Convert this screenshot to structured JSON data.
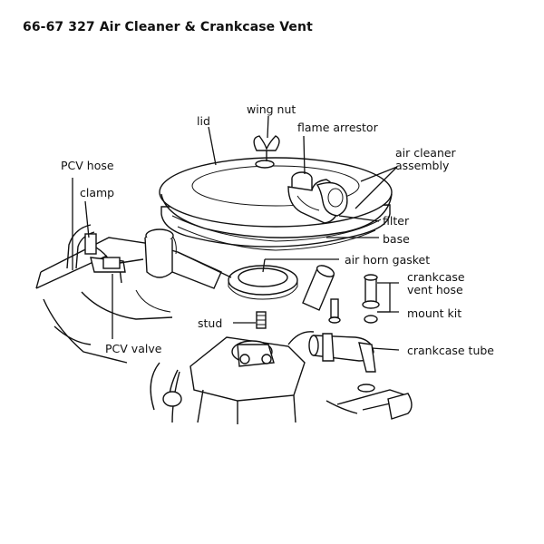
{
  "title": "66-67 327 Air Cleaner & Crankcase Vent",
  "labels": {
    "lid": "lid",
    "wing_nut": "wing nut",
    "flame_arrestor": "flame arrestor",
    "air_cleaner_line1": "air cleaner",
    "air_cleaner_line2": "assembly",
    "filter": "filter",
    "base": "base",
    "air_horn_gasket": "air horn gasket",
    "crankcase_vent_line1": "crankcase",
    "crankcase_vent_line2": "vent hose",
    "mount_kit": "mount kit",
    "crankcase_tube": "crankcase tube",
    "stud": "stud",
    "pcv_hose": "PCV hose",
    "clamp": "clamp",
    "pcv_valve": "PCV valve"
  }
}
